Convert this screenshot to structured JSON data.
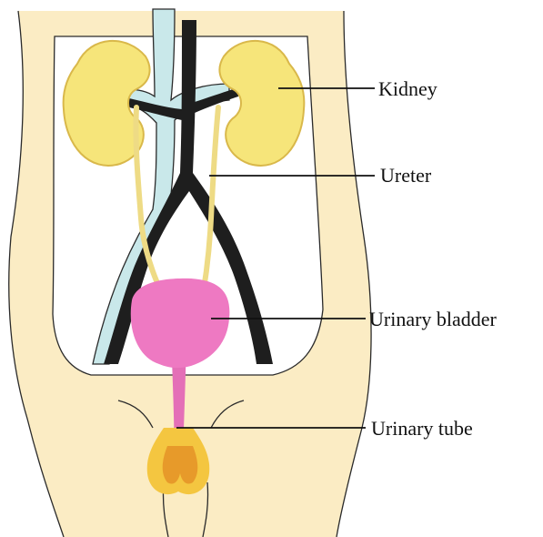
{
  "labels": {
    "kidney": "Kidney",
    "ureter": "Ureter",
    "bladder": "Urinary bladder",
    "tube": "Urinary tube"
  },
  "colors": {
    "skin": "#fbecc4",
    "skin_outline": "#2a2a2a",
    "kidney": "#f6e57a",
    "kidney_shade": "#d9b84a",
    "vein": "#c9e8ea",
    "artery": "#1e1e1e",
    "ureter": "#eedb85",
    "bladder": "#ee79c2",
    "tube": "#e46fb7",
    "genital": "#f4c640",
    "genital_inner": "#e79a2a",
    "leader_line": "#111111"
  }
}
